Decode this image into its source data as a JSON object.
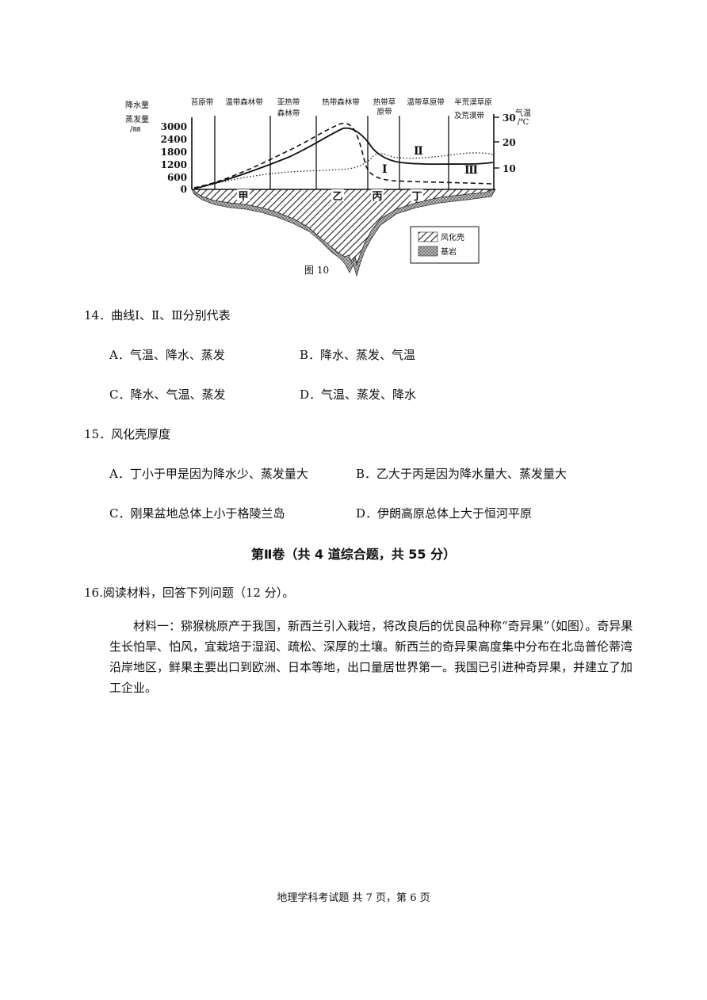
{
  "figure": {
    "caption": "图 10",
    "left_axis_title": [
      "降水量",
      "蒸发量",
      "/㎜"
    ],
    "left_ticks": [
      "3000",
      "2400",
      "1800",
      "1200",
      "600",
      "0"
    ],
    "right_axis_title": [
      "气温",
      "/℃"
    ],
    "right_ticks": [
      "30",
      "20",
      "10"
    ],
    "zones": [
      {
        "lines": [
          "苔原带"
        ]
      },
      {
        "lines": [
          "温带森林带"
        ]
      },
      {
        "lines": [
          "亚热带",
          "森林带"
        ]
      },
      {
        "lines": [
          "热带森林带"
        ]
      },
      {
        "lines": [
          "热带草",
          "原带"
        ]
      },
      {
        "lines": [
          "温带草原带"
        ]
      },
      {
        "lines": [
          "半荒漠草原",
          "及荒漠带"
        ]
      }
    ],
    "curve_labels": [
      "Ⅰ",
      "Ⅱ",
      "Ⅲ"
    ],
    "location_labels": [
      "甲",
      "乙",
      "丙",
      "丁"
    ],
    "legend": [
      "风化壳",
      "基岩"
    ]
  },
  "q14": {
    "stem": "14．曲线Ⅰ、Ⅱ、Ⅲ分别代表",
    "options": [
      "A．气温、降水、蒸发",
      "B．降水、蒸发、气温",
      "C．降水、气温、蒸发",
      "D．气温、蒸发、降水"
    ]
  },
  "q15": {
    "stem": "15．风化壳厚度",
    "options": [
      "A．丁小于甲是因为降水少、蒸发量大",
      "B．乙大于丙是因为降水量大、蒸发量大",
      "C．刚果盆地总体上小于格陵兰岛",
      "D．伊朗高原总体上大于恒河平原"
    ]
  },
  "section2": {
    "title": "第Ⅱ卷（共 4 道综合题，共 55 分）"
  },
  "q16": {
    "stem": "16.阅读材料，回答下列问题（12 分）。",
    "material": "材料一：猕猴桃原产于我国，新西兰引入栽培，将改良后的优良品种称“奇异果”（如图）。奇异果生长怕旱、怕风，宜栽培于湿润、疏松、深厚的土壤。新西兰的奇异果高度集中分布在北岛普伦蒂湾沿岸地区，鲜果主要出口到欧洲、日本等地，出口量居世界第一。我国已引进种奇异果，并建立了加工企业。"
  },
  "footer": "地理学科考试题  共 7 页，第 6 页"
}
